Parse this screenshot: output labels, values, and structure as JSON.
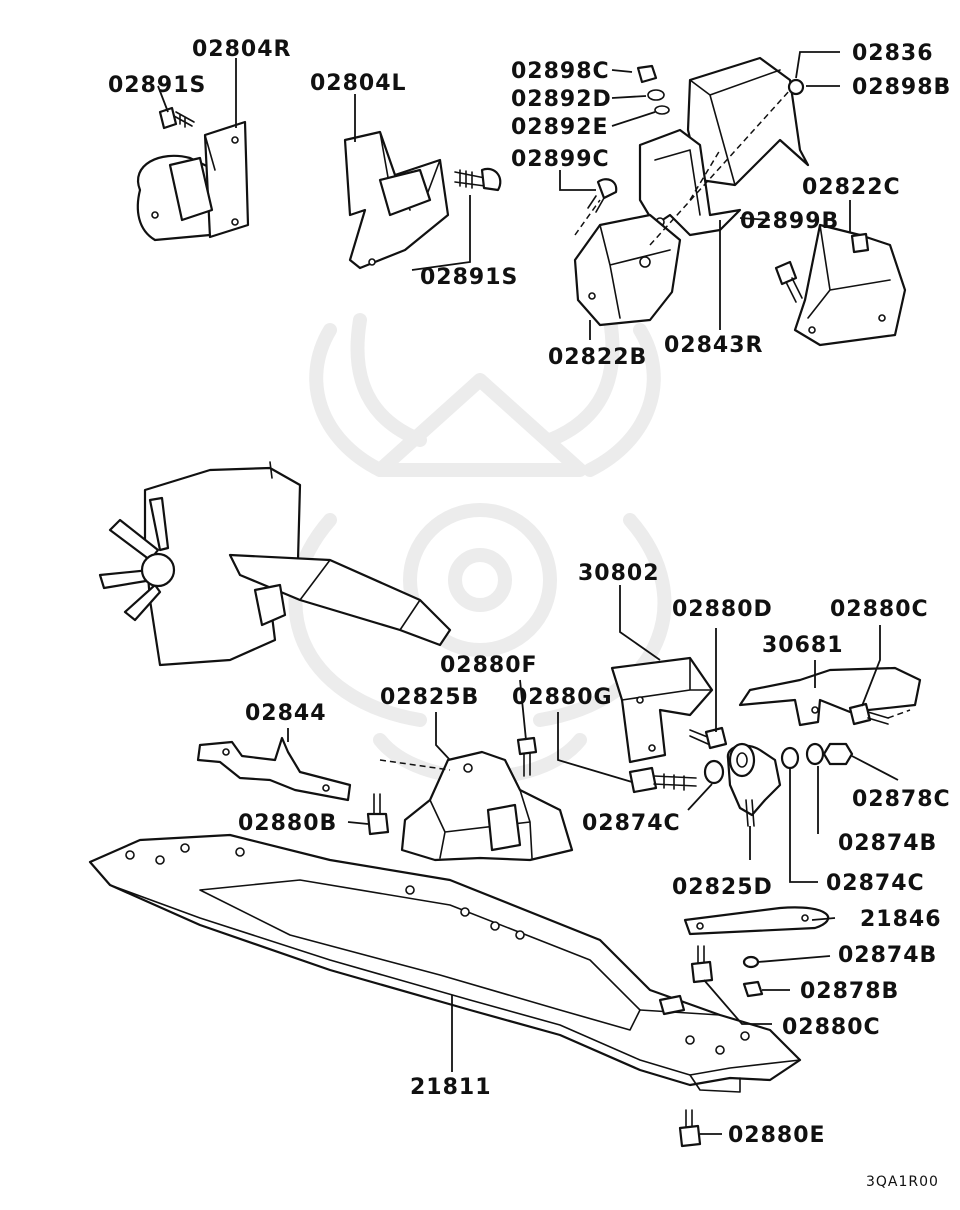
{
  "labels": {
    "p02804R": "02804R",
    "p02891S_a": "02891S",
    "p02804L": "02804L",
    "p02891S_b": "02891S",
    "p02898C": "02898C",
    "p02892D": "02892D",
    "p02892E": "02892E",
    "p02899C": "02899C",
    "p02836": "02836",
    "p02898B": "02898B",
    "p02822C": "02822C",
    "p02899B": "02899B",
    "p02822B": "02822B",
    "p02843R": "02843R",
    "p30802": "30802",
    "p02880D": "02880D",
    "p02880C_a": "02880C",
    "p30681": "30681",
    "p02880F": "02880F",
    "p02825B": "02825B",
    "p02880G": "02880G",
    "p02844": "02844",
    "p02880B": "02880B",
    "p02874C_a": "02874C",
    "p02878C": "02878C",
    "p02874B_a": "02874B",
    "p02825D": "02825D",
    "p02874C_b": "02874C",
    "p21846": "21846",
    "p02874B_b": "02874B",
    "p02878B": "02878B",
    "p02880C_b": "02880C",
    "p21811": "21811",
    "p02880E": "02880E"
  },
  "diagram_code": "3QA1R00"
}
